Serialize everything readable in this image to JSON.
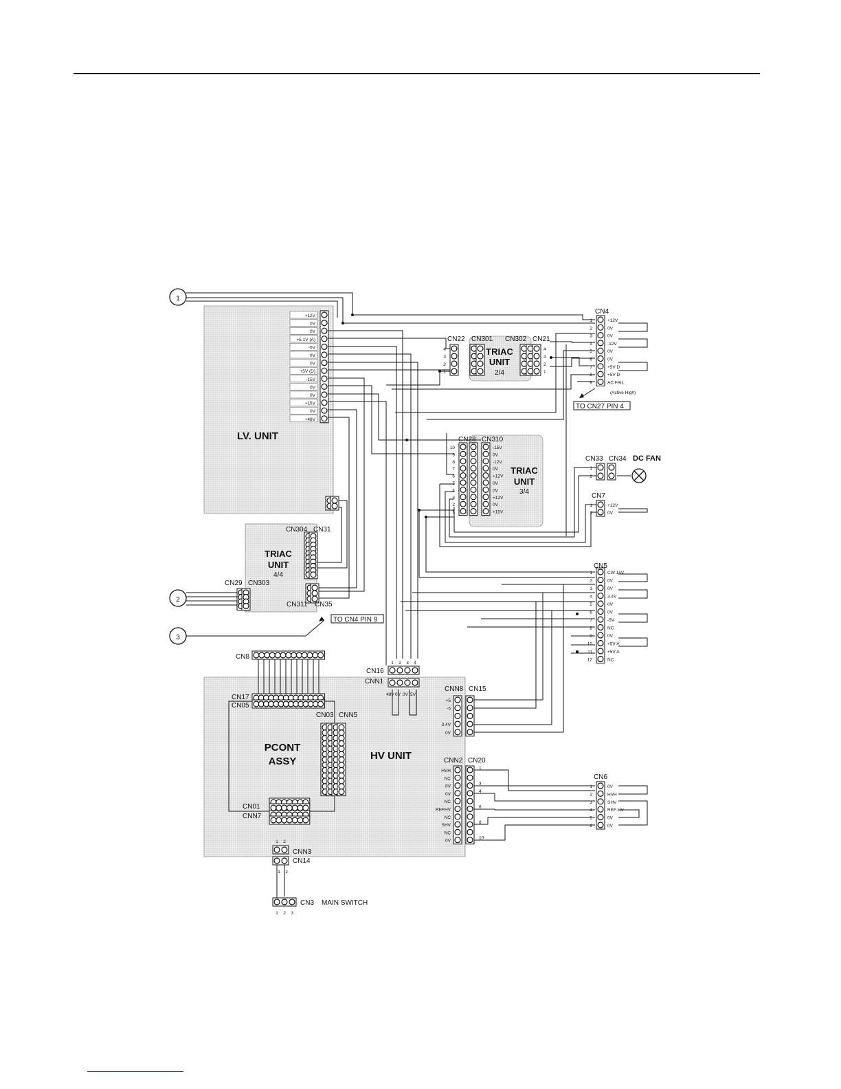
{
  "callouts": [
    "1",
    "2",
    "3"
  ],
  "units": {
    "lv": "LV. UNIT",
    "triac_2_4": {
      "name": "TRIAC\nUNIT",
      "sub": "2/4"
    },
    "triac_3_4": {
      "name": "TRIAC\nUNIT",
      "sub": "3/4"
    },
    "triac_4_4": {
      "name": "TRIAC\nUNIT",
      "sub": "4/4"
    },
    "pcont": "PCONT\nASSY",
    "hv": "HV UNIT",
    "dc_fan": "DC FAN"
  },
  "lv_pins": [
    "+12V",
    "0V",
    "0V",
    "+5.1V (A)",
    "-5V",
    "0V",
    "0V",
    "+5V (D)",
    "-15V",
    "0V",
    "0V",
    "+15V",
    "0V",
    "+48V"
  ],
  "connectors": {
    "cn4": "CN4",
    "cn22": "CN22",
    "cn301": "CN301",
    "cn302": "CN302",
    "cn21": "CN21",
    "cn28": "CN28",
    "cn310": "CN310",
    "cn33": "CN33",
    "cn34": "CN34",
    "cn7": "CN7",
    "cn304": "CN304",
    "cn31": "CN31",
    "cn29": "CN29",
    "cn303": "CN303",
    "cn311": "CN311",
    "cn35": "CN35",
    "cn5": "CN5",
    "cn8": "CN8",
    "cn16": "CN16",
    "cnn1": "CNN1",
    "cnn8": "CNN8",
    "cn15": "CN15",
    "cn17": "CN17",
    "cn05": "CN05",
    "cn03": "CN03",
    "cnn5": "CNN5",
    "cn01": "CN01",
    "cnn7": "CNN7",
    "cnn2": "CNN2",
    "cn20": "CN20",
    "cn6": "CN6",
    "cnn3": "CNN3",
    "cn14": "CN14",
    "cn3": "CN3"
  },
  "main_switch": "MAIN SWITCH",
  "notes": {
    "to_cn27": "TO CN27 PIN 4",
    "to_cn4": "TO CN4 PIN 9"
  },
  "cn4_pins": [
    "+12V",
    "0V",
    "0V",
    "-12V",
    "0V",
    "0V",
    "+5V D",
    "+5V D",
    "AC FAIL"
  ],
  "cn4_note": "(Active High)",
  "cn310_pins": [
    "-15V",
    "0V",
    "-12V",
    "0V",
    "+12V",
    "0V",
    "0V",
    "+12V",
    "0V",
    "+15V"
  ],
  "cn7_pins": [
    "+12V",
    "0V"
  ],
  "cn5_pins": [
    "CW 15V",
    "0V",
    "0V",
    "3.4V",
    "0V",
    "0V",
    "-5V",
    "NC",
    "0V",
    "+5V A",
    "+5V A",
    "NC"
  ],
  "cn6_pins": [
    "0V",
    "HVH",
    "SHV",
    "REF HV",
    "0V",
    "0V"
  ],
  "cnn8_pins": [
    "+5",
    "-5",
    "",
    "3.4V",
    "0V"
  ],
  "cnn2_pins": [
    "HVH",
    "NC",
    "0V",
    "0V",
    "NC",
    "REFHV",
    "NC",
    "SHV",
    "NC",
    "0V"
  ],
  "cn20_nums": [
    "1",
    "3",
    "4",
    "6",
    "8",
    "10"
  ],
  "cnn1_pins": [
    "48V",
    "0V",
    "0V",
    "5V"
  ],
  "cn16_nums": [
    "1",
    "2",
    "3",
    "4"
  ],
  "cn14_nums": [
    "1",
    "2"
  ],
  "cnn3_nums": [
    "1",
    "2"
  ],
  "cn3_nums": [
    "1",
    "2",
    "3"
  ]
}
